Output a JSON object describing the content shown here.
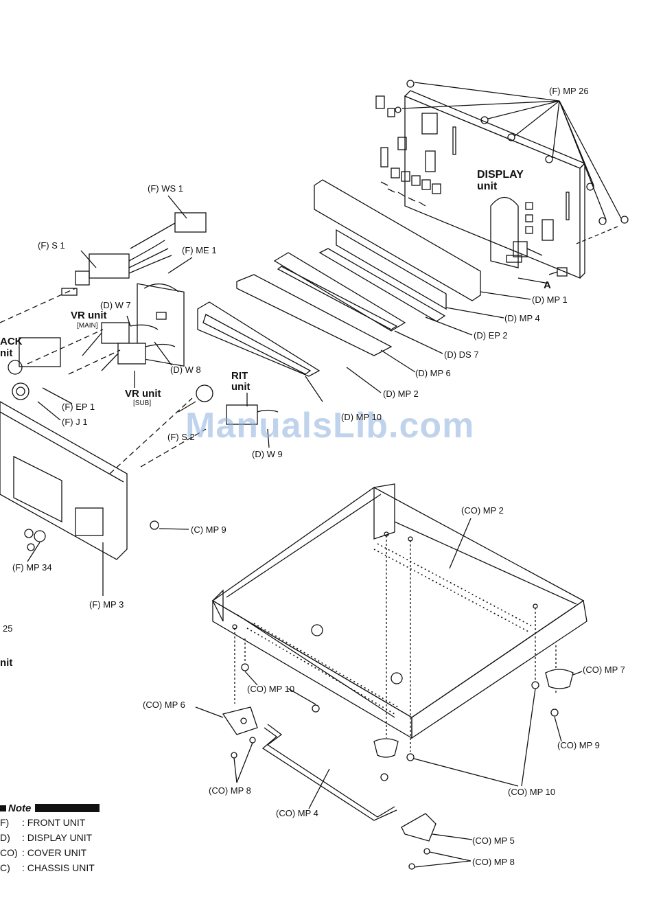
{
  "watermark": "ManualsLib.com",
  "units": {
    "display": [
      "DISPLAY",
      "unit"
    ],
    "vr_main": [
      "VR unit",
      "[MAIN]"
    ],
    "vr_sub": [
      "VR unit",
      "[SUB]"
    ],
    "rit": [
      "RIT",
      "unit"
    ],
    "jack": [
      "ACK",
      "nit"
    ],
    "cut_unit": "nit"
  },
  "parts": {
    "f_mp26": "(F) MP 26",
    "f_ws1": "(F) WS 1",
    "f_s1": "(F) S 1",
    "f_me1": "(F) ME 1",
    "d_w7": "(D) W 7",
    "d_w8": "(D) W 8",
    "f_ep1": "(F) EP 1",
    "f_j1": "(F) J 1",
    "f_s2": "(F) S 2",
    "d_w9": "(D) W 9",
    "c_mp9": "(C) MP 9",
    "f_mp34": "(F) MP 34",
    "f_mp3": "(F) MP 3",
    "cut_25": "25",
    "a": "A",
    "d_mp1": "(D) MP 1",
    "d_mp4": "(D) MP 4",
    "d_ep2": "(D) EP 2",
    "d_ds7": "(D) DS 7",
    "d_mp6": "(D) MP 6",
    "d_mp2": "(D) MP 2",
    "d_mp10": "(D) MP 10",
    "co_mp2": "(CO) MP 2",
    "co_mp7": "(CO) MP 7",
    "co_mp10a": "(CO) MP 10",
    "co_mp6": "(CO) MP 6",
    "co_mp9": "(CO) MP 9",
    "co_mp8a": "(CO) MP 8",
    "co_mp10b": "(CO) MP 10",
    "co_mp4": "(CO) MP 4",
    "co_mp5": "(CO) MP 5",
    "co_mp8b": "(CO) MP 8"
  },
  "note": {
    "title": "Note",
    "rows": [
      {
        "key": "F)",
        "value": ": FRONT UNIT"
      },
      {
        "key": "D)",
        "value": ": DISPLAY UNIT"
      },
      {
        "key": "CO)",
        "value": ": COVER UNIT"
      },
      {
        "key": "C)",
        "value": ": CHASSIS UNIT"
      }
    ]
  }
}
